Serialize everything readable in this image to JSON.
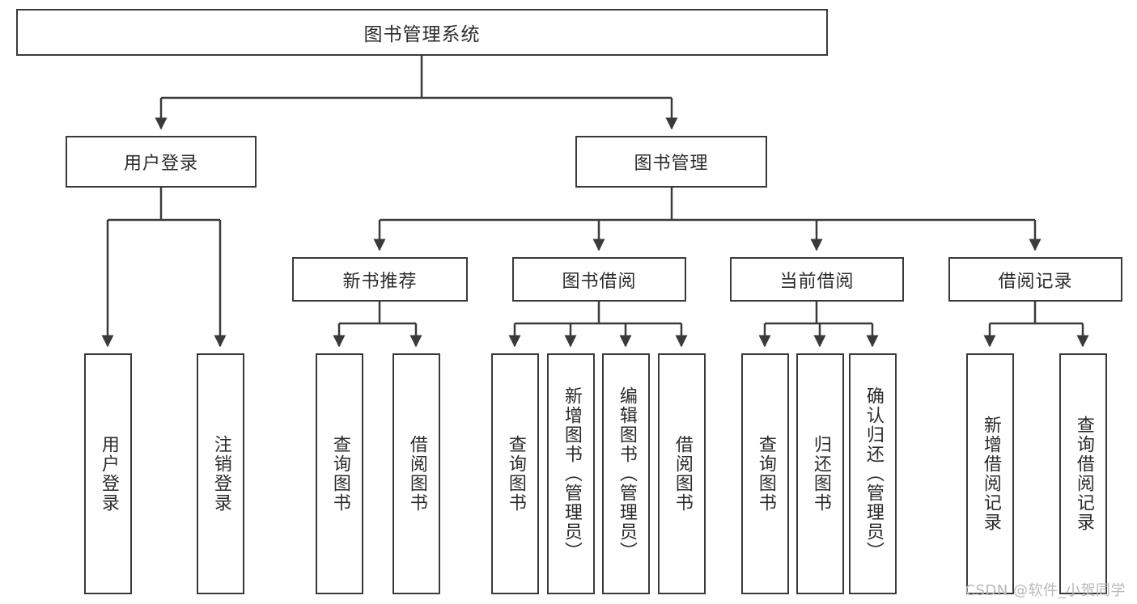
{
  "diagram": {
    "title": "图书管理系统",
    "root": {
      "label": "图书管理系统"
    },
    "level2": [
      {
        "label": "用户登录"
      },
      {
        "label": "图书管理"
      }
    ],
    "level3": [
      {
        "label": "新书推荐"
      },
      {
        "label": "图书借阅"
      },
      {
        "label": "当前借阅"
      },
      {
        "label": "借阅记录"
      }
    ],
    "leaves": [
      {
        "label": "用户登录",
        "parent": "用户登录"
      },
      {
        "label": "注销登录",
        "parent": "用户登录"
      },
      {
        "label": "查询图书",
        "parent": "新书推荐"
      },
      {
        "label": "借阅图书",
        "parent": "新书推荐"
      },
      {
        "label": "查询图书",
        "parent": "图书借阅"
      },
      {
        "label": "新增图书（管理员）",
        "parent": "图书借阅"
      },
      {
        "label": "编辑图书（管理员）",
        "parent": "图书借阅"
      },
      {
        "label": "借阅图书",
        "parent": "图书借阅"
      },
      {
        "label": "查询图书",
        "parent": "当前借阅"
      },
      {
        "label": "归还图书",
        "parent": "当前借阅"
      },
      {
        "label": "确认归还（管理员）",
        "parent": "当前借阅"
      },
      {
        "label": "新增借阅记录",
        "parent": "借阅记录"
      },
      {
        "label": "查询借阅记录",
        "parent": "借阅记录"
      }
    ]
  },
  "watermark": {
    "text": "CSDN @软件_小贺同学"
  },
  "colors": {
    "stroke": "#3a3a3a",
    "text": "#2b2b2b",
    "background": "#ffffff",
    "watermark": "#b8b8b8"
  }
}
